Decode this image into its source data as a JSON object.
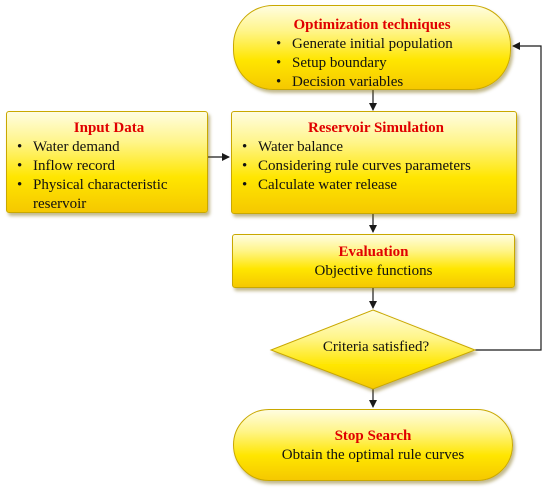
{
  "optimization": {
    "title": "Optimization techniques",
    "items": [
      "Generate initial population",
      "Setup boundary",
      "Decision variables"
    ]
  },
  "input": {
    "title": "Input Data",
    "items": [
      "Water demand",
      "Inflow record",
      "Physical characteristic reservoir"
    ]
  },
  "simulation": {
    "title": "Reservoir Simulation",
    "items": [
      "Water balance",
      "Considering rule curves parameters",
      "Calculate water release"
    ]
  },
  "evaluation": {
    "title": "Evaluation",
    "subtitle": "Objective functions"
  },
  "decision": {
    "label": "Criteria satisfied?"
  },
  "stop": {
    "title": "Stop Search",
    "subtitle": "Obtain the optimal rule curves"
  },
  "colors": {
    "title_red": "#e00000",
    "box_yellow": "#ffe600",
    "connector": "#1a1a1a"
  }
}
